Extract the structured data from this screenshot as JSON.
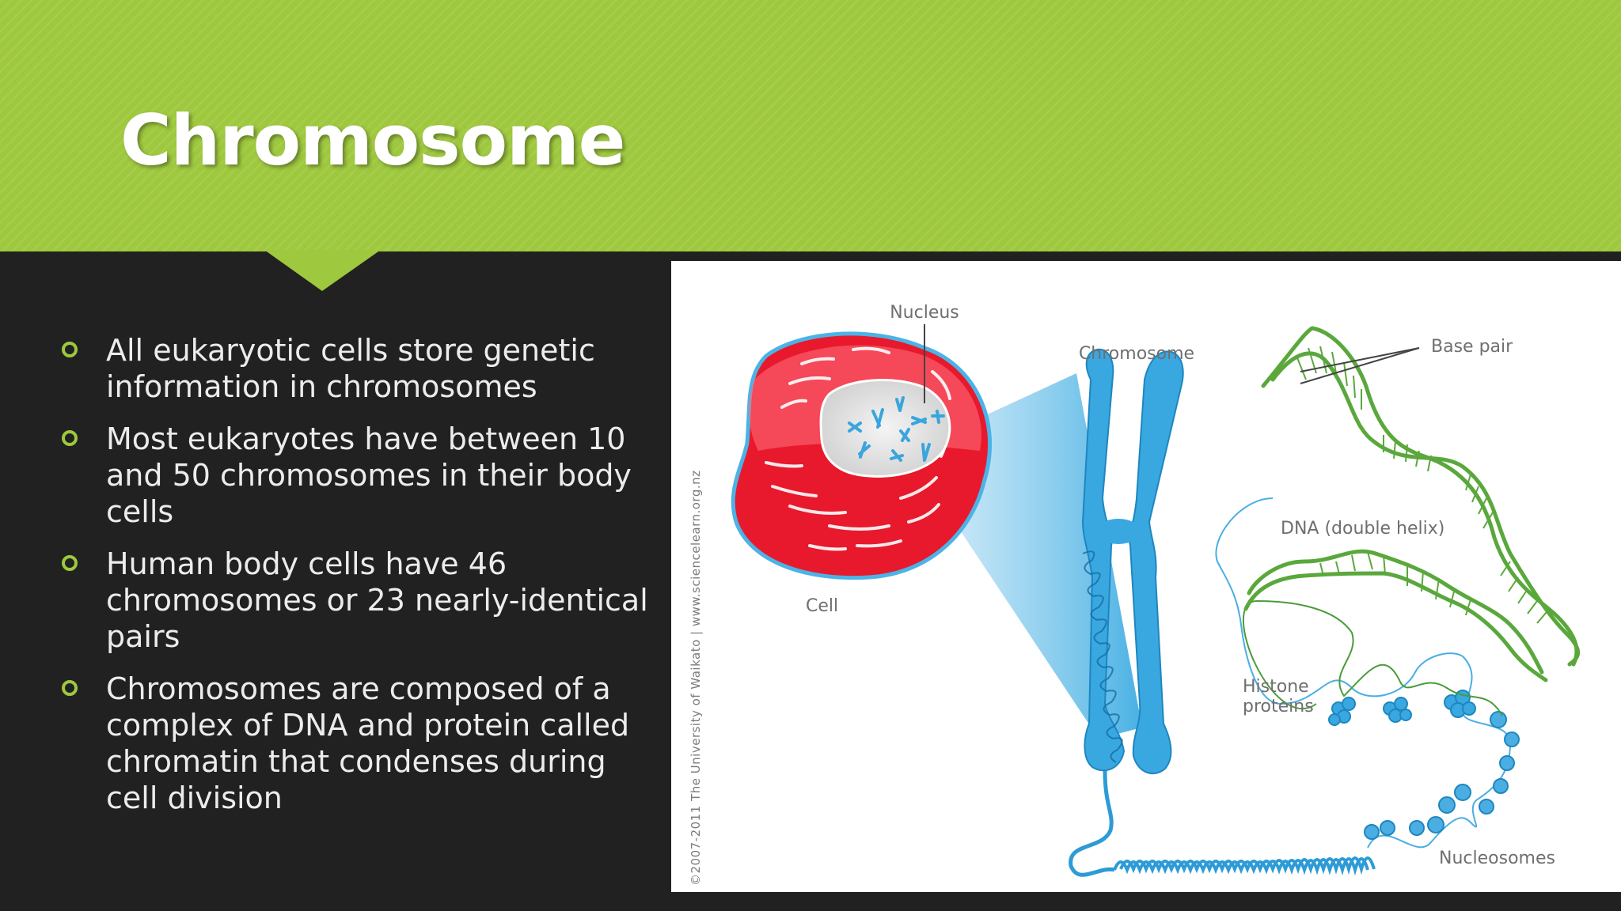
{
  "slide": {
    "title": "Chromosome",
    "colors": {
      "accent": "#9ec83d",
      "background": "#212121",
      "text": "#ececec"
    },
    "bullets": [
      {
        "text": "All eukaryotic cells store genetic information in chromosomes"
      },
      {
        "text": "Most eukaryotes have between 10 and 50 chromosomes in their body cells"
      },
      {
        "text": "Human body cells have 46 chromosomes or 23 nearly-identical pairs"
      },
      {
        "text": "Chromosomes are composed of a complex of DNA and protein called chromatin that condenses during cell division"
      }
    ]
  },
  "figure": {
    "credit": "©2007-2011 The University of Waikato | www.sciencelearn.org.nz",
    "labels": {
      "nucleus": "Nucleus",
      "chromosome": "Chromosome",
      "base_pair": "Base pair",
      "dna": "DNA (double helix)",
      "cell": "Cell",
      "histone_line1": "Histone",
      "histone_line2": "proteins",
      "nucleosomes": "Nucleosomes"
    },
    "colors": {
      "cell": "#e8192c",
      "chromosome": "#39a8e0",
      "dna": "#5aa83c"
    }
  }
}
